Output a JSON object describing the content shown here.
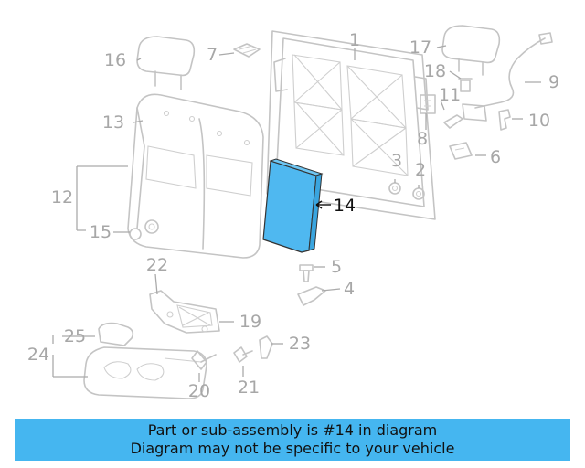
{
  "colors": {
    "highlight_part": "#4fb8f0",
    "banner_background": "#45b6f0",
    "line_art": "#c4c4c4",
    "callout_text": "#a7a7a7",
    "highlight_callout_text": "#111111"
  },
  "callouts": {
    "c1": "1",
    "c2": "2",
    "c3": "3",
    "c4": "4",
    "c5": "5",
    "c6": "6",
    "c7": "7",
    "c8": "8",
    "c9": "9",
    "c10": "10",
    "c11": "11",
    "c12": "12",
    "c13": "13",
    "c14": "14",
    "c15": "15",
    "c16": "16",
    "c17": "17",
    "c18": "18",
    "c19": "19",
    "c20": "20",
    "c21": "21",
    "c22": "22",
    "c23": "23",
    "c24": "24",
    "c25": "25"
  },
  "highlighted_callout": "14",
  "banner": {
    "line1": "Part or sub-assembly is #14 in diagram",
    "line2": "Diagram may not be specific to your vehicle"
  }
}
